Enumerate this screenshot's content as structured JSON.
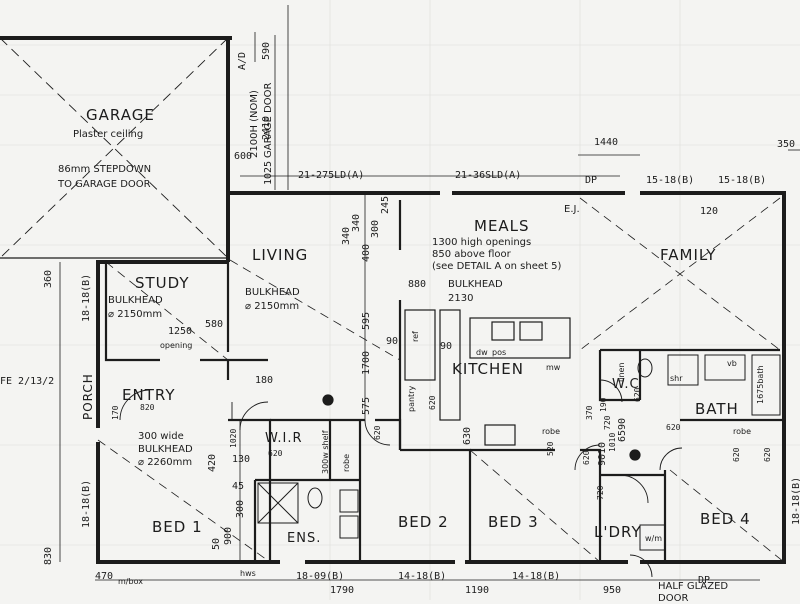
{
  "rooms": {
    "garage": "GARAGE",
    "study": "STUDY",
    "living": "LIVING",
    "meals": "MEALS",
    "family": "FAMILY",
    "kitchen": "KITCHEN",
    "entry": "ENTRY",
    "porch": "PORCH",
    "wir": "W.I.R",
    "bed1": "BED 1",
    "ens": "ENS.",
    "bed2": "BED 2",
    "bed3": "BED 3",
    "ldry": "L'DRY",
    "bed4": "BED 4",
    "bath": "BATH",
    "wc": "W.C"
  },
  "notes": {
    "garage_ceiling": "Plaster ceiling",
    "stepdown_1": "86mm STEPDOWN",
    "stepdown_2": "TO GARAGE DOOR",
    "garage_door_height": "2100H (NOM)",
    "garage_door": "GARAGE DOOR",
    "bulkhead_study": "BULKHEAD",
    "bulkhead_study_ht": "⌀ 2150mm",
    "opening": "opening",
    "bulkhead_living": "BULKHEAD",
    "bulkhead_living_ht": "⌀ 2150mm",
    "openings_1": "1300 high openings",
    "openings_2": "850 above floor",
    "openings_3": "(see DETAIL A on sheet 5)",
    "bulkhead_kitchen": "BULKHEAD",
    "bulkhead_kitchen_ht": "2130",
    "bulkhead_entry_1": "300 wide",
    "bulkhead_entry_2": "BULKHEAD",
    "bulkhead_entry_ht": "⌀ 2260mm",
    "half_glazed": "HALF GLAZED",
    "door": "DOOR",
    "ej": "E.J.",
    "pantry": "pantry",
    "ref": "ref",
    "dw": "dw",
    "pos": "pos",
    "mw": "mw",
    "robe": "robe",
    "linen": "linen",
    "shr": "shr",
    "vb": "vb",
    "bath_size": "1675bath",
    "shelf": "300w shelf",
    "wm": "w/m",
    "mbox": "m/box",
    "hws": "hws",
    "window_left_a": "21-275LD(A)",
    "window_left_b": "21-36SLD(A)",
    "window_right_a": "15-18(B)",
    "window_right_b": "15-18(B)",
    "window_bed1": "18-18(B)",
    "window_bed1b": "18-18(B)",
    "window_bottom_a": "18-09(B)",
    "window_bottom_b": "14-18(B)",
    "window_bottom_c": "14-18(B)",
    "window_right_side": "18-18(B)",
    "dp": "DP",
    "fe": "FE 2/13/2",
    "a_d": "A/D"
  },
  "dims": {
    "d590": "590",
    "d2410": "2410",
    "d600": "600",
    "d1025": "1025",
    "d1440": "1440",
    "d350": "350",
    "d120": "120",
    "d360": "360",
    "d340a": "340",
    "d340b": "340",
    "d400": "400",
    "d300": "300",
    "d245": "245",
    "d880": "880",
    "d1250": "1250",
    "d580": "580",
    "d595": "595",
    "d1700": "1700",
    "d575": "575",
    "d90a": "90",
    "d90b": "90",
    "d180": "180",
    "d820": "820",
    "d170": "170",
    "d620a": "620",
    "d620b": "620",
    "d620c": "620",
    "d620d": "620",
    "d620e": "620",
    "d620f": "620",
    "d620g": "620",
    "d620h": "620",
    "d630": "630",
    "d520": "520",
    "d720a": "720",
    "d720b": "720",
    "d1020": "1020",
    "d130": "130",
    "d420": "420",
    "d45": "45",
    "d300b": "300",
    "d900": "900",
    "d50": "50",
    "d830": "830",
    "d470": "470",
    "d1790": "1790",
    "d1190": "1190",
    "d950": "950",
    "d9010": "9010",
    "d6590": "6590",
    "d370": "370",
    "d190": "190",
    "d1010": "1010"
  }
}
